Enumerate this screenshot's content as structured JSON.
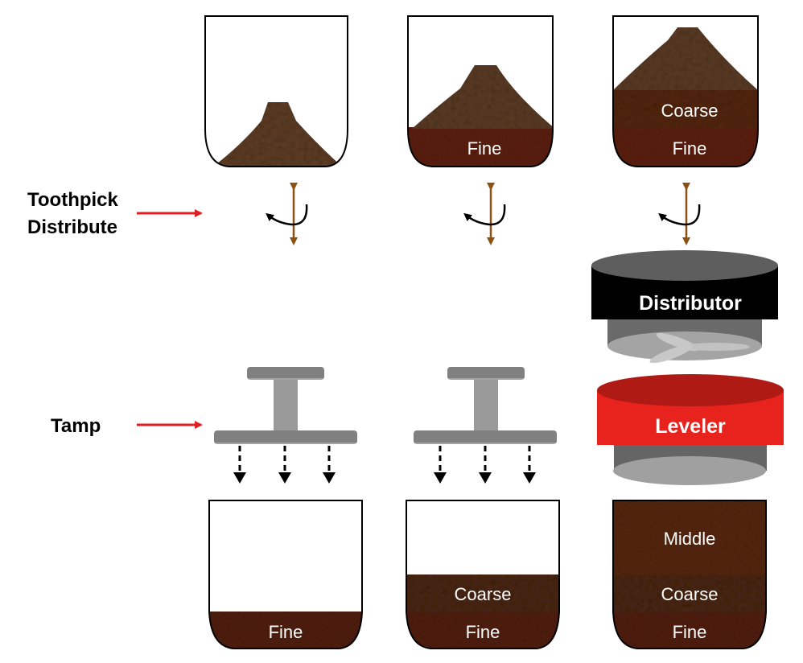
{
  "labels": {
    "toothpick_line1": "Toothpick",
    "toothpick_line2": "Distribute",
    "tamp": "Tamp",
    "distributor": "Distributor",
    "leveler": "Leveler"
  },
  "top_cups": [
    {
      "layers": []
    },
    {
      "layers": [
        "Fine"
      ]
    },
    {
      "layers": [
        "Coarse",
        "Fine"
      ]
    }
  ],
  "bottom_cups": [
    {
      "layers": [
        "Fine"
      ]
    },
    {
      "layers": [
        "Coarse",
        "Fine"
      ]
    },
    {
      "layers": [
        "Middle",
        "Coarse",
        "Fine"
      ]
    }
  ],
  "colors": {
    "pointer_arrow": "#e02020",
    "toothpick": "#8b5012",
    "leveler": "#e8221d",
    "leveler_top": "#b01a15",
    "distributor": "#000000",
    "distributor_top": "#5e5e5e",
    "fine_coffee": "#5a1e0a",
    "coarse_coffee": "#4a2a18",
    "mound_coffee": "#5a3a22"
  }
}
